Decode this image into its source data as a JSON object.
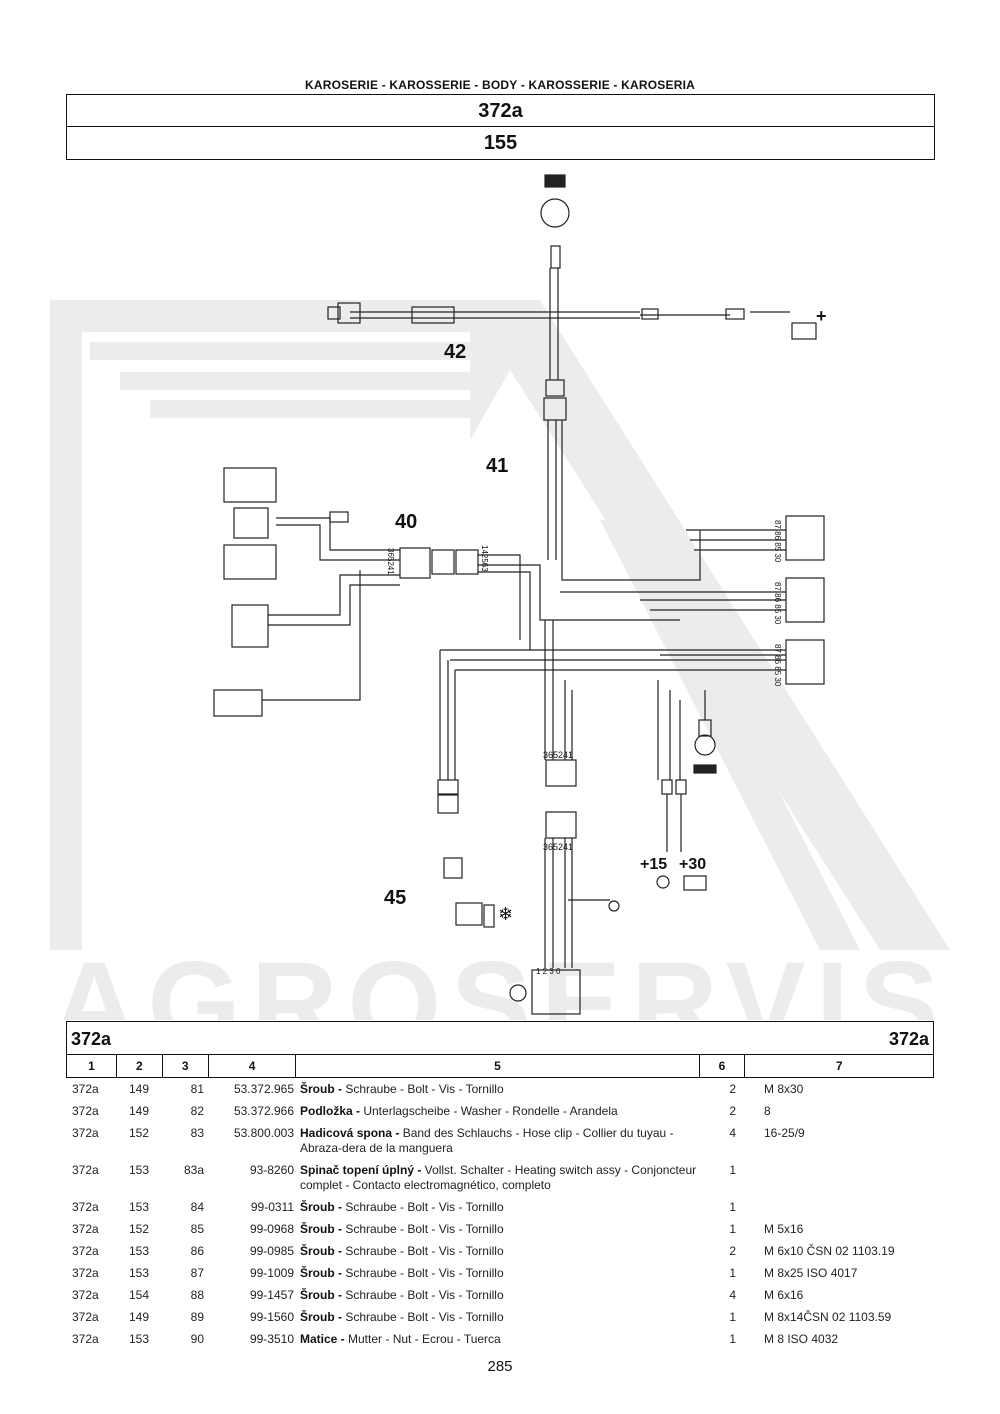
{
  "header": {
    "section": "KAROSERIE - KAROSSERIE - BODY - KAROSSERIE - KAROSERIA",
    "group": "372a",
    "page_ref": "155"
  },
  "diagram": {
    "callouts": [
      "42",
      "41",
      "40",
      "45"
    ],
    "terminal_plus15": "+15",
    "terminal_plus30": "+30",
    "battery_sign": "- +",
    "plus_sign": "+",
    "relay_pins": "87 86 85 30",
    "connector_codes": [
      "365241",
      "142563",
      "365241",
      "365241"
    ],
    "switch_pins": "1 2 3 0",
    "watermark": "AGROSERVIS"
  },
  "table": {
    "title_left": "372a",
    "title_right": "372a",
    "columns": [
      "1",
      "2",
      "3",
      "4",
      "5",
      "6",
      "7"
    ],
    "rows": [
      {
        "c1": "372a",
        "c2": "149",
        "c3": "81",
        "c4": "53.372.965",
        "name": "Šroub - ",
        "desc": "Schraube - Bolt - Vis - Tornillo",
        "qty": "2",
        "note": "M 8x30"
      },
      {
        "c1": "372a",
        "c2": "149",
        "c3": "82",
        "c4": "53.372.966",
        "name": "Podložka - ",
        "desc": "Unterlagscheibe - Washer - Rondelle - Arandela",
        "qty": "2",
        "note": "8"
      },
      {
        "c1": "372a",
        "c2": "152",
        "c3": "83",
        "c4": "53.800.003",
        "name": "Hadicová spona - ",
        "desc": "Band des Schlauchs - Hose clip - Collier du tuyau - Abraza-dera de la manguera",
        "qty": "4",
        "note": "16-25/9"
      },
      {
        "c1": "372a",
        "c2": "153",
        "c3": "83a",
        "c4": "93-8260",
        "name": "Spinač topení úplný - ",
        "desc": "Vollst. Schalter - Heating switch assy - Conjoncteur complet - Contacto electromagnético, completo",
        "qty": "1",
        "note": ""
      },
      {
        "c1": "372a",
        "c2": "153",
        "c3": "84",
        "c4": "99-0311",
        "name": "Šroub - ",
        "desc": "Schraube - Bolt - Vis - Tornillo",
        "qty": "1",
        "note": ""
      },
      {
        "c1": "372a",
        "c2": "152",
        "c3": "85",
        "c4": "99-0968",
        "name": "Šroub - ",
        "desc": "Schraube - Bolt - Vis - Tornillo",
        "qty": "1",
        "note": "M 5x16"
      },
      {
        "c1": "372a",
        "c2": "153",
        "c3": "86",
        "c4": "99-0985",
        "name": "Šroub - ",
        "desc": "Schraube - Bolt - Vis - Tornillo",
        "qty": "2",
        "note": "M 6x10 ČSN 02 1103.19"
      },
      {
        "c1": "372a",
        "c2": "153",
        "c3": "87",
        "c4": "99-1009",
        "name": "Šroub - ",
        "desc": "Schraube - Bolt - Vis - Tornillo",
        "qty": "1",
        "note": "M 8x25 ISO 4017"
      },
      {
        "c1": "372a",
        "c2": "154",
        "c3": "88",
        "c4": "99-1457",
        "name": "Šroub - ",
        "desc": "Schraube - Bolt - Vis - Tornillo",
        "qty": "4",
        "note": "M 6x16"
      },
      {
        "c1": "372a",
        "c2": "149",
        "c3": "89",
        "c4": "99-1560",
        "name": "Šroub - ",
        "desc": "Schraube - Bolt - Vis - Tornillo",
        "qty": "1",
        "note": "M 8x14ČSN 02 1103.59"
      },
      {
        "c1": "372a",
        "c2": "153",
        "c3": "90",
        "c4": "99-3510",
        "name": "Matice - ",
        "desc": "Mutter - Nut - Ecrou - Tuerca",
        "qty": "1",
        "note": "M 8 ISO 4032"
      }
    ]
  },
  "footer": {
    "page_number": "285"
  }
}
